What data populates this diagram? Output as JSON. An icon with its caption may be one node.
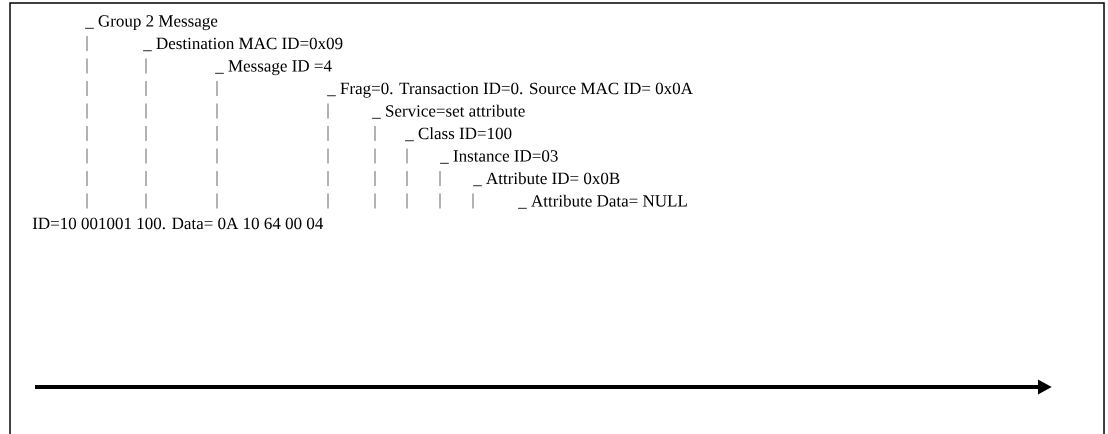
{
  "diagram": {
    "labels": [
      "_ Group 2 Message",
      "_ Destination MAC ID=0x09",
      "_ Message ID =4",
      "_ Frag=0. Transaction ID=0. Source MAC ID= 0x0A",
      "_ Service=set attribute",
      "_ Class ID=100",
      "_ Instance ID=03",
      "_ Attribute ID= 0x0B",
      "_ Attribute Data= NULL",
      "ID=10 001001 100. Data= 0A 10 64 00 04"
    ]
  }
}
